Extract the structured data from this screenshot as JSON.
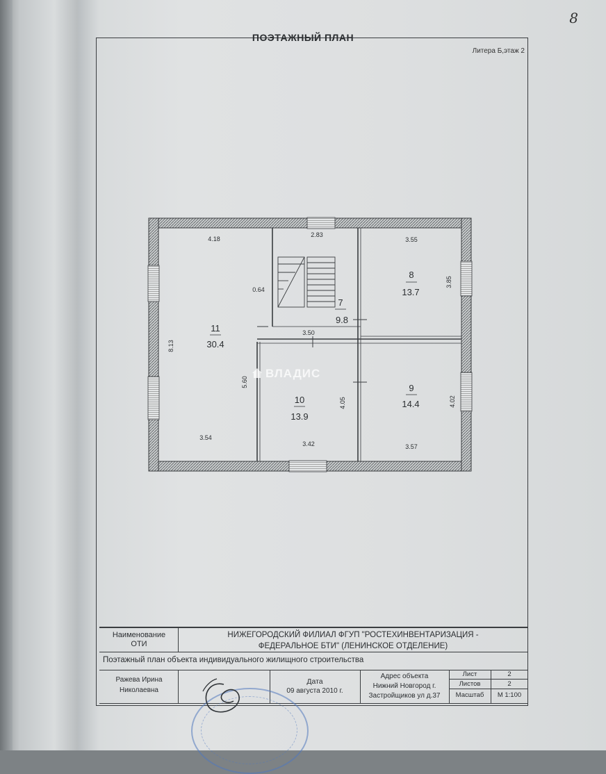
{
  "page_number": "8",
  "title": "ПОЭТАЖНЫЙ ПЛАН",
  "subtitle": "Литера Б,этаж 2",
  "watermark": "ВЛАДИС",
  "rooms": [
    {
      "number": "11",
      "area": "30.4"
    },
    {
      "number": "7",
      "area": "9.8"
    },
    {
      "number": "8",
      "area": "13.7"
    },
    {
      "number": "10",
      "area": "13.9"
    },
    {
      "number": "9",
      "area": "14.4"
    }
  ],
  "dimensions": {
    "room11_top": "4.18",
    "room7_top": "2.83",
    "room8_top": "3.55",
    "room8_side": "3.85",
    "stair_gap": "0.64",
    "corridor": "3.50",
    "room11_side": "8.13",
    "room10_side_left": "5.60",
    "room10_side_right": "4.05",
    "room9_side": "4.02",
    "room11_bottom": "3.54",
    "room10_bottom": "3.42",
    "room9_bottom": "3.57"
  },
  "title_block": {
    "naming_label": "Наименование ОТИ",
    "naming_line1": "НИЖЕГОРОДСКИЙ ФИЛИАЛ ФГУП \"РОСТЕХИНВЕНТАРИЗАЦИЯ -",
    "naming_line2": "ФЕДЕРАЛЬНОЕ БТИ\" (ЛЕНИНСКОЕ ОТДЕЛЕНИЕ)",
    "description": "Поэтажный план объекта индивидуального жилищного строительства",
    "person_line1": "Ражева Ирина",
    "person_line2": "Николаевна",
    "date_label": "Дата",
    "date_value": "09 августа 2010 г.",
    "address_label": "Адрес объекта",
    "address_line1": "Нижний Новгород г.",
    "address_line2": "Застройщиков ул д.37",
    "sheet_label": "Лист",
    "sheet_value": "2",
    "sheets_label": "Листов",
    "sheets_value": "2",
    "scale_label": "Масштаб",
    "scale_value": "М 1:100"
  }
}
